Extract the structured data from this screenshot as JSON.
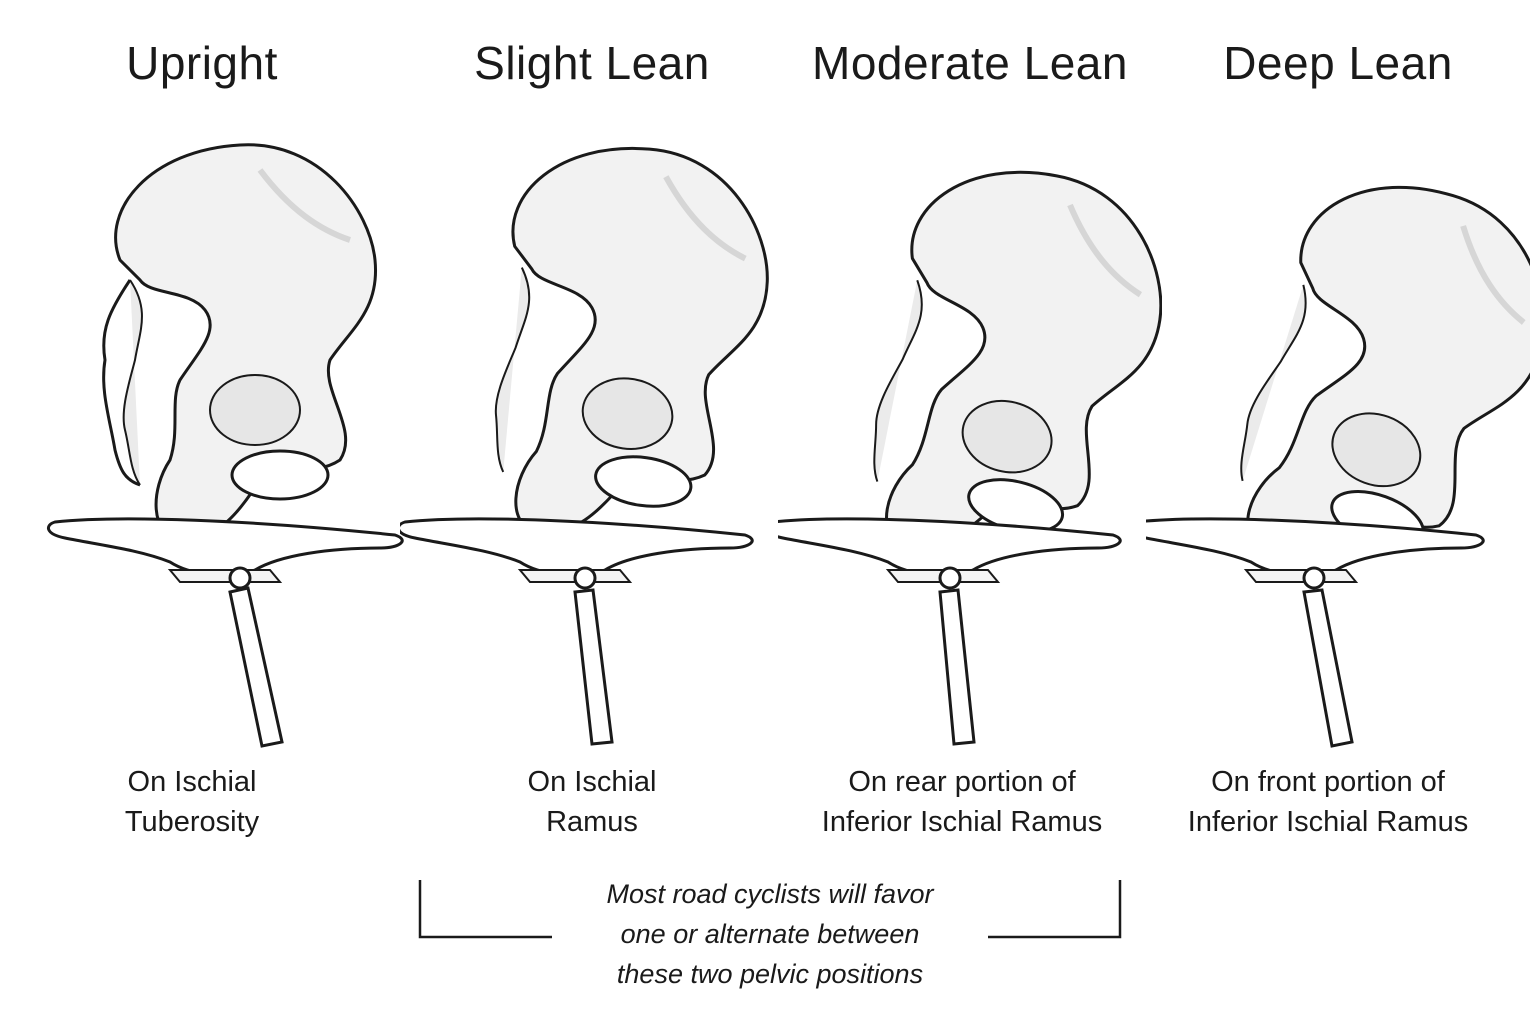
{
  "panels": [
    {
      "title": "Upright",
      "caption_line1": "On Ischial",
      "caption_line2": "Tuberosity"
    },
    {
      "title": "Slight Lean",
      "caption_line1": "On Ischial",
      "caption_line2": "Ramus"
    },
    {
      "title": "Moderate Lean",
      "caption_line1": "On rear portion of",
      "caption_line2": "Inferior Ischial Ramus"
    },
    {
      "title": "Deep Lean",
      "caption_line1": "On front portion of",
      "caption_line2": "Inferior Ischial Ramus"
    }
  ],
  "note": {
    "line1": "Most road cyclists will favor",
    "line2": "one or alternate between",
    "line3": "these two pelvic positions"
  },
  "colors": {
    "bone_fill": "#f2f2f2",
    "outline": "#1a1a1a",
    "shade": "#d6d6d6"
  },
  "icons": [
    "pelvis-bone-illustration",
    "bike-saddle-illustration",
    "seatpost-illustration"
  ]
}
